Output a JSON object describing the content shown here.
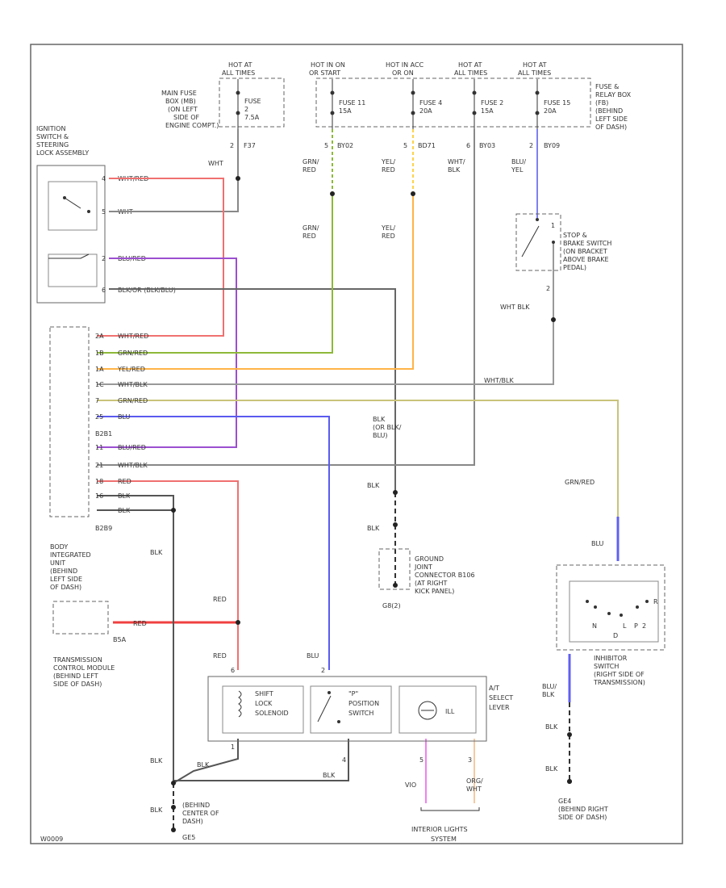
{
  "wire_colors": {
    "red": "#f07070",
    "violet": "#9b4fd0",
    "green": "#8db83a",
    "yellow": "#ffd24a",
    "orange": "#ffb347",
    "grey": "#888888",
    "tan": "#d8b78a",
    "blue": "#5a5af0",
    "pink": "#f080f0",
    "peach": "#f4c9a0",
    "black": "#222222"
  },
  "power": {
    "hot1": [
      "HOT AT",
      "ALL TIMES"
    ],
    "hot2": [
      "HOT IN ON",
      "OR START"
    ],
    "hot3": [
      "HOT IN ACC",
      "OR ON"
    ],
    "hot4": [
      "HOT AT",
      "ALL TIMES"
    ],
    "hot5": [
      "HOT AT",
      "ALL TIMES"
    ]
  },
  "fuses": {
    "f1": [
      "FUSE",
      "2",
      "7.5A"
    ],
    "f2": [
      "FUSE 11",
      "15A"
    ],
    "f3": [
      "FUSE 4",
      "20A"
    ],
    "f4": [
      "FUSE 2",
      "15A"
    ],
    "f5": [
      "FUSE 15",
      "20A"
    ]
  },
  "boxes": {
    "main_fuse": [
      "MAIN FUSE",
      "BOX (MB)",
      "(ON LEFT",
      "SIDE OF",
      "ENGINE COMPT.)"
    ],
    "fuse_relay": [
      "FUSE &",
      "RELAY BOX",
      "(FB)",
      "(BEHIND",
      "LEFT SIDE",
      "OF DASH)"
    ]
  },
  "ignition": [
    "IGNITION",
    "SWITCH &",
    "STEERING",
    "LOCK ASSEMBLY"
  ],
  "pins": {
    "top": [
      "2",
      "F37",
      "5",
      "BY02",
      "5",
      "BD71",
      "6",
      "BY03",
      "2",
      "BY09"
    ],
    "ign": [
      "4",
      "5",
      "2",
      "6"
    ],
    "bcm": [
      "2A",
      "1B",
      "1A",
      "1C",
      "7",
      "25",
      "11",
      "21",
      "18",
      "16"
    ],
    "stop": [
      "1",
      "2"
    ]
  },
  "connectors": {
    "bcm_a": "B2B1",
    "bcm_b": "B2B9",
    "tcm": "B5A",
    "ground_pin": "G8(2)",
    "ground_right": "GE4",
    "ground_left": "GE5"
  },
  "labels": {
    "wht_left": "WHT",
    "wht_red_ign": "WHT/RED",
    "wht_ign": "WHT",
    "blu_red": "BLU/RED",
    "blk_or_blu": "BLK/OR (BLK/BLU)",
    "grn_red_1": [
      "GRN/",
      "RED"
    ],
    "yel_red_1": [
      "YEL/",
      "RED"
    ],
    "wht_blk_1": [
      "WHT/",
      "BLK"
    ],
    "blu_yel_1": [
      "BLU/",
      "YEL"
    ],
    "grn_red_2": [
      "GRN/",
      "RED"
    ],
    "yel_red_2": [
      "YEL/",
      "RED"
    ],
    "wht_blk_stop": "WHT BLK",
    "wht_blk_long": "WHT/BLK",
    "blk_or_blu_right": [
      "BLK",
      "(OR BLK/",
      "BLU)"
    ],
    "blk_1": "BLK",
    "blk_2": "BLK",
    "grn_red_right": "GRN/RED",
    "blu_right": "BLU",
    "blu_blk_right": [
      "BLU/",
      "BLK"
    ],
    "blk_right_1": "BLK",
    "blk_right_2": "BLK",
    "blk_left_1": "BLK",
    "red_1": "RED",
    "red_2": "RED",
    "red_3": "RED",
    "blu_sel": "BLU",
    "blk_sel_1": "BLK",
    "blk_sel_2": "BLK",
    "blk_left_2": "BLK",
    "blk_left_3": "BLK",
    "wire_row": [
      "WHT/RED",
      "GRN/RED",
      "YEL/RED",
      "WHT/BLK",
      "GRN/RED",
      "BLU",
      "BLU/RED",
      "WHT/BLK",
      "RED",
      "BLK",
      "BLK"
    ]
  },
  "stop_switch": [
    "STOP &",
    "BRAKE SWITCH",
    "(ON BRACKET",
    "ABOVE BRAKE",
    "PEDAL)"
  ],
  "bcm": [
    "BODY",
    "INTEGRATED",
    "UNIT",
    "(BEHIND",
    "LEFT SIDE",
    "OF DASH)"
  ],
  "tcm": [
    "TRANSMISSION",
    "CONTROL MODULE",
    "(BEHIND LEFT",
    "SIDE OF DASH)"
  ],
  "ground_joint": [
    "GROUND",
    "JOINT",
    "CONNECTOR B106",
    "(AT RIGHT",
    "KICK PANEL)"
  ],
  "inhibitor": [
    "INHIBITOR",
    "SWITCH",
    "(RIGHT SIDE OF",
    "TRANSMISSION)"
  ],
  "inhibitor_letters": [
    "N",
    "D",
    "P",
    "R",
    "2",
    "L"
  ],
  "shift_lock": [
    "SHIFT",
    "LOCK",
    "SOLENOID"
  ],
  "p_switch": [
    "\"P\"",
    "POSITION",
    "SWITCH"
  ],
  "illum": "ILL",
  "at_select": [
    "A/T",
    "SELECT",
    "LEVER"
  ],
  "sel_pins": [
    "6",
    "2",
    "1",
    "4",
    "5",
    "3"
  ],
  "interior_wires": [
    "VIO",
    "ORG/",
    "WHT"
  ],
  "interior_lights": [
    "INTERIOR LIGHTS",
    "SYSTEM"
  ],
  "ground_left_text": [
    "(BEHIND",
    "CENTER OF",
    "DASH)"
  ],
  "ground_right_text": [
    "(BEHIND RIGHT",
    "SIDE OF DASH)"
  ],
  "footer": "W0009"
}
